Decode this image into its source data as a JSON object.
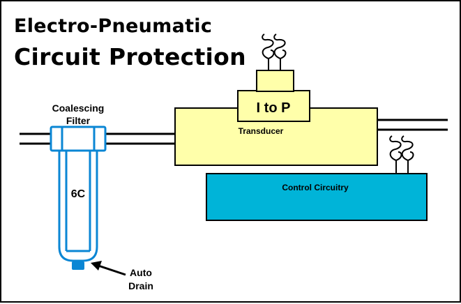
{
  "title": {
    "line1": "Electro-Pneumatic",
    "line2": "Circuit Protection"
  },
  "labels": {
    "filter": [
      "Coalescing",
      "Filter"
    ],
    "filter_model": "6C",
    "auto_drain": [
      "Auto",
      "Drain"
    ],
    "transducer_badge": "I to P",
    "transducer": "Transducer",
    "control": "Control Circuitry"
  },
  "colors": {
    "transducer": "#FFFFAA",
    "control": "#00B4D8",
    "filter_outline": "#0A86D4",
    "line": "#000000"
  }
}
